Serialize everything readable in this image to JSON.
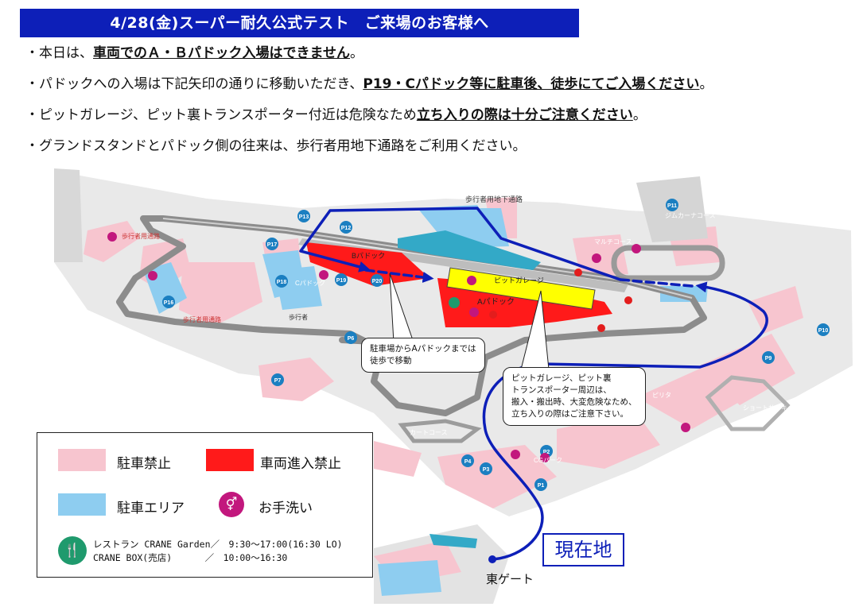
{
  "title": "4/28(金)スーパー耐久公式テスト　ご来場のお客様へ",
  "notices": [
    {
      "pre": "・本日は、",
      "em": "車両でのＡ・Ｂパドック入場はできません",
      "post": "。"
    },
    {
      "pre": "・パドックへの入場は下記矢印の通りに移動いただき、",
      "em": "P19・Cパドック等に駐車後、徒歩にてご入場ください",
      "post": "。"
    },
    {
      "pre": "・ピットガレージ、ピット裏トランスポーター付近は危険なため",
      "em": "立ち入りの際は十分ご注意ください",
      "post": "。"
    },
    {
      "pre": "・グランドスタンドとパドック側の往来は、歩行者用地下通路をご利用ください。",
      "em": "",
      "post": ""
    }
  ],
  "map_labels": {
    "pedestrian_underpass": "歩行者用地下通路",
    "pedestrian_road_left": "歩行者用通路",
    "pedestrian_road_mid": "歩行者用通路",
    "pedestrian_road_bridge": "歩行者",
    "b_paddock": "Bパドック",
    "a_paddock": "Aパドック",
    "c_paddock": "Cパドック",
    "pit_garage": "ピットガレージ",
    "gymkhana": "ジムカーナコース",
    "multi_course": "マルチコース",
    "cart_course": "カートコース",
    "cg_park": "CGパーク",
    "short_circuit": "ショートサーキット",
    "pirita": "ピリタ",
    "east_gate": "東ゲート",
    "current_location": "現在地"
  },
  "parking_labels": [
    "P1",
    "P2",
    "P3",
    "P4",
    "P6",
    "P7",
    "P9",
    "P10",
    "P11",
    "P12",
    "P13",
    "P16",
    "P17",
    "P18",
    "P19",
    "P20"
  ],
  "callouts": {
    "walk": [
      "駐車場からAパドックまでは",
      "徒歩で移動"
    ],
    "danger": [
      "ピットガレージ、ピット裏",
      "トランスポーター周辺は、",
      "搬入・搬出時、大変危険なため、",
      "立ち入りの際はご注意下さい。"
    ]
  },
  "legend": {
    "no_parking": "駐車禁止",
    "no_vehicle": "車両進入禁止",
    "parking_area": "駐車エリア",
    "restroom": "お手洗い",
    "restaurant_hours": "レストラン CRANE Garden／　9:30〜17:00(16:30 LO)\nCRANE BOX(売店)　　　 ／　10:00〜16:30"
  },
  "colors": {
    "title_bg": "#0d1fb8",
    "no_parking": "#f7c5cf",
    "no_vehicle": "#ff1a1a",
    "parking_area": "#8ecdf0",
    "restroom": "#c2177d",
    "restaurant": "#1f9a6d",
    "route": "#0d1fb8",
    "pit_garage": "#ffff00"
  }
}
